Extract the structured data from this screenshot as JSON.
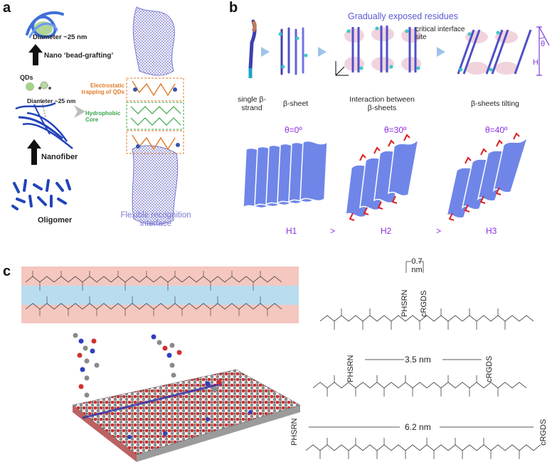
{
  "panel_a": {
    "letter": "a",
    "diameter_top": "Diameter ~25 nm",
    "bead_grafting": "Nano ‘bead-grafting’",
    "qds": "QDs",
    "diameter_mid": "Diameter ~25 nm",
    "nanofiber": "Nanofiber",
    "oligomer": "Oligomer",
    "electrostatic": "Electrostatic trapping of QDs",
    "hydrophobic": "Hydrophobic Core",
    "flexible": "Flexible recognition interface"
  },
  "panel_b": {
    "letter": "b",
    "gradually": "Gradually exposed residues",
    "critical": "critical interface site",
    "single": "single β-strand",
    "beta_sheet": "β-sheet",
    "interaction": "Interaction between β-sheets",
    "tilting": "β-sheets tilting",
    "theta_symbol": "θ",
    "h_symbol": "H",
    "theta0": "θ=0º",
    "theta30": "θ=30º",
    "theta40": "θ=40º",
    "h1": "H1",
    "h2": "H2",
    "h3": "H3",
    "gt1": ">",
    "gt2": ">"
  },
  "panel_c": {
    "letter": "c",
    "dist_07": "0.7 nm",
    "dist_35": "3.5 nm",
    "dist_62": "6.2 nm",
    "phsrn": "PHSRN",
    "crgds": "cRGDS"
  },
  "colors": {
    "helix_blue": "#3f6fd8",
    "fiber_blue": "#2244bb",
    "qd_green": "#a8d08d",
    "orange_box": "#e07b28",
    "green_box": "#3aa64a",
    "mesh_purple": "#7a7ad0",
    "sheet_blue": "#6f86e8",
    "red_residue": "#dd2222",
    "pink_band": "#f4c7bf",
    "blue_band": "#b9dcef",
    "atom_red": "#d23030",
    "atom_grey": "#8a8a8a"
  }
}
